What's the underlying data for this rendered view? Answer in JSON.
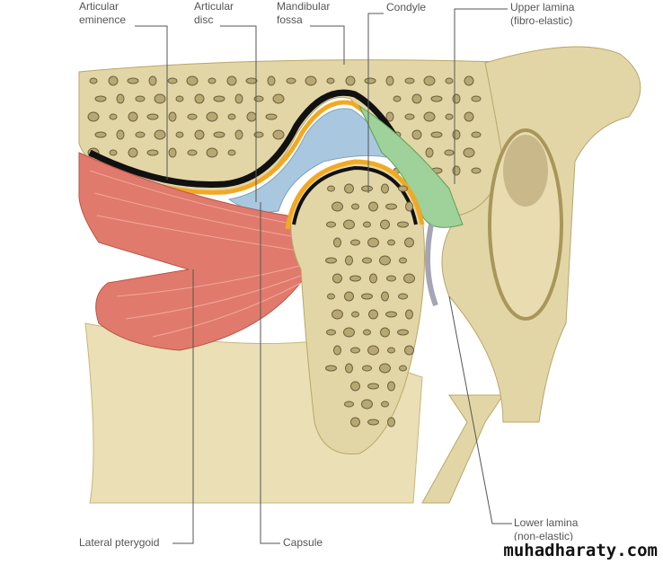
{
  "labels": {
    "articular_eminence": [
      "Articular",
      "eminence"
    ],
    "articular_disc": [
      "Articular",
      "disc"
    ],
    "mandibular_fossa": [
      "Mandibular",
      "fossa"
    ],
    "condyle": "Condyle",
    "upper_lamina": [
      "Upper lamina",
      "(fibro-elastic)"
    ],
    "lateral_pterygoid": "Lateral pterygoid",
    "capsule": "Capsule",
    "lower_lamina": [
      "Lower lamina",
      "(non-elastic)"
    ]
  },
  "watermark": "muhadharaty.com",
  "colors": {
    "bone": "#e3d6a6",
    "bone_edge": "#b8a66a",
    "muscle": "#e07a6c",
    "disc": "#a9c8e0",
    "lamina": "#9fd19a",
    "cartilage": "#f2a922",
    "capsule": "#a5a5b5",
    "leader": "#555555"
  }
}
